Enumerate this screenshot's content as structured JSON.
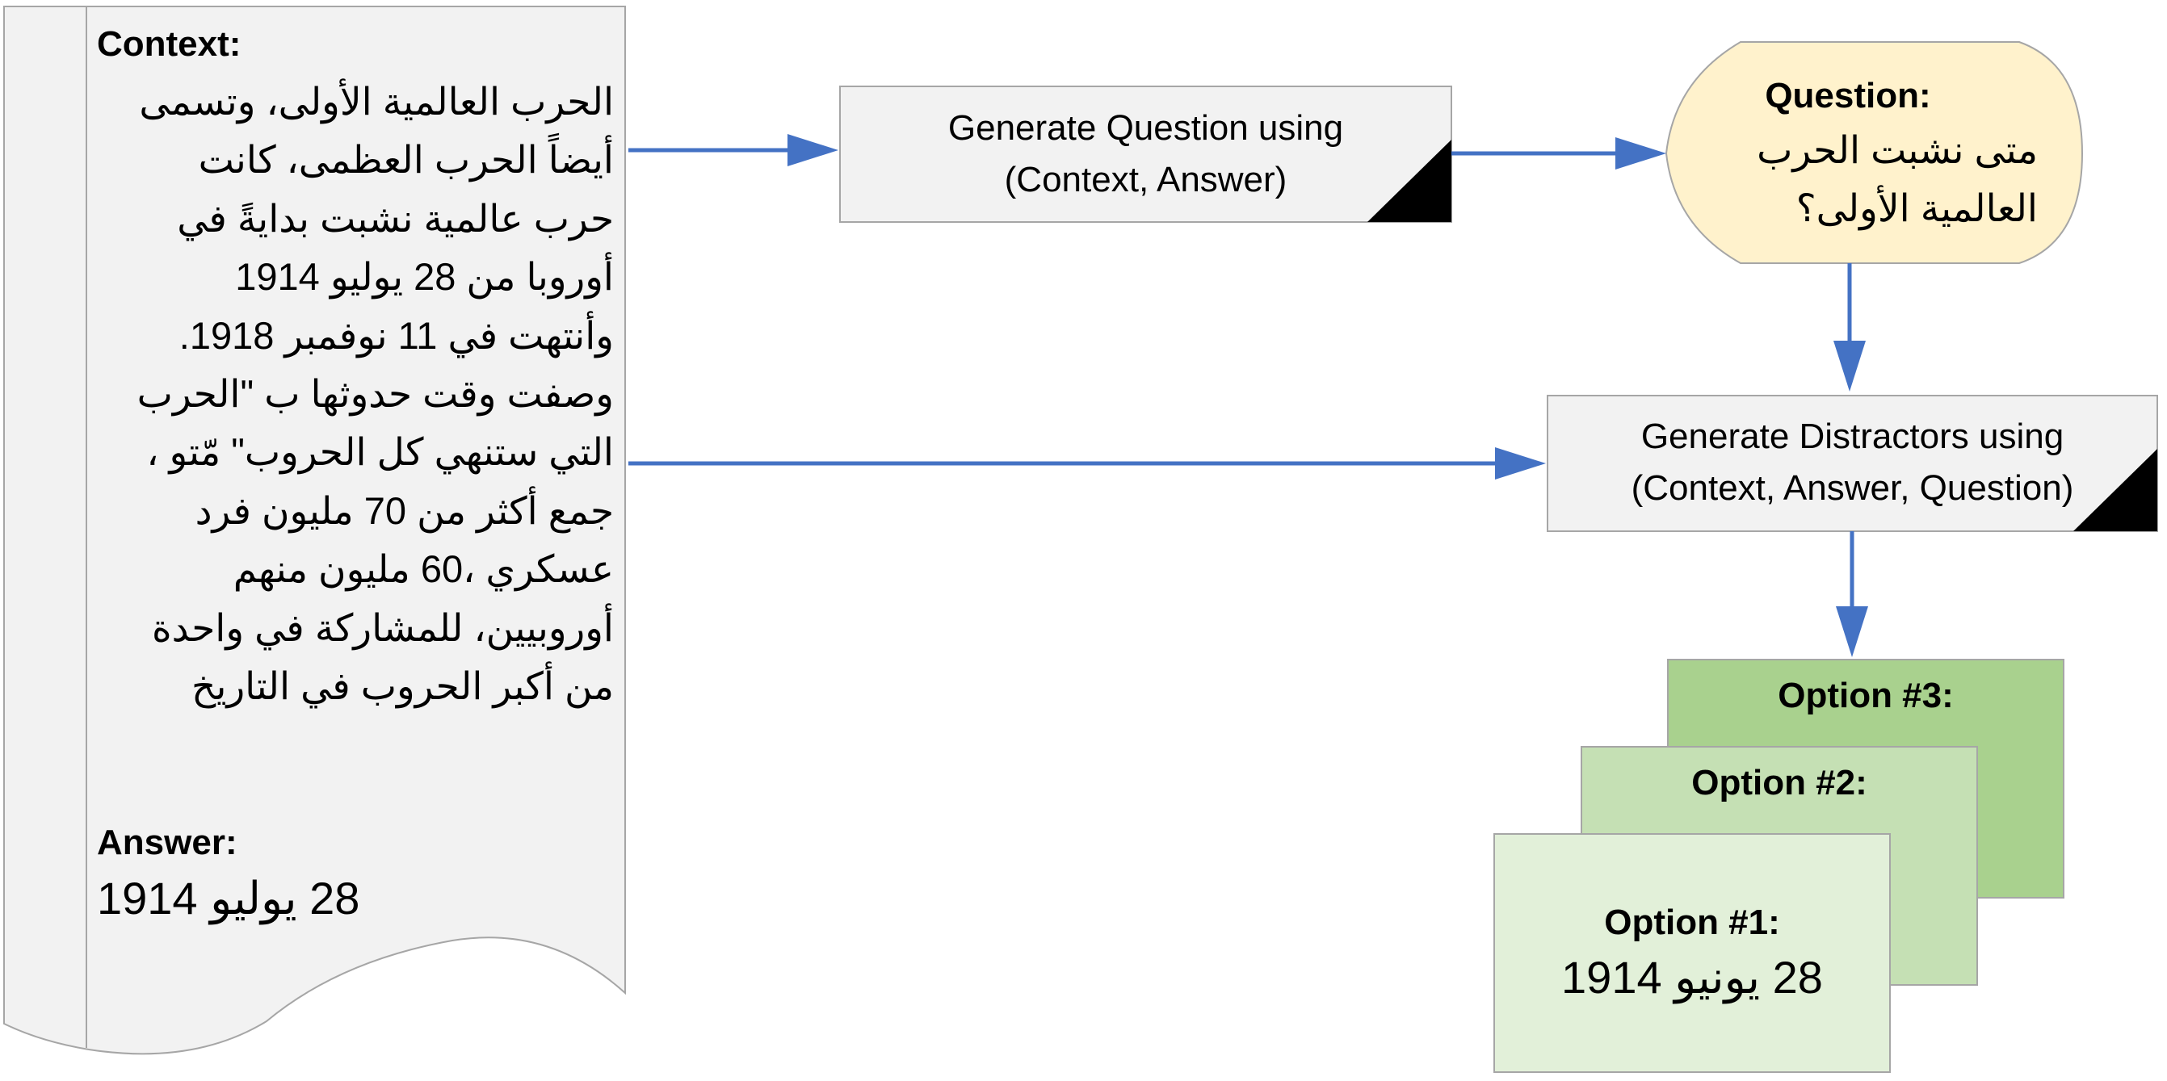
{
  "colors": {
    "arrow": "#4472C4",
    "process_fill": "#F2F2F2",
    "document_fill": "#F2F2F2",
    "question_fill": "#FFF2CC",
    "option3_fill": "#A9D18E",
    "option2_fill": "#C5E0B4",
    "option1_fill": "#E2F0D9",
    "stroke": "#A6A6A6"
  },
  "context": {
    "label": "Context:",
    "lines": [
      "الحرب العالمية الأولى، وتسمى",
      "أيضاً الحرب العظمى، كانت",
      "حرب عالمية نشبت بدايةً في",
      "أوروبا من 28 يوليو 1914",
      "وأنتهت في 11 نوفمبر 1918.",
      "وصفت وقت حدوثها ب \"الحرب",
      "التي ستنهي كل الحروب\" مّتو ،",
      "جمع أكثر من 70 مليون فرد",
      "عسكري ،60 مليون منهم",
      "أوروبيين، للمشاركة في واحدة",
      "من أكبر الحروب في التاريخ"
    ]
  },
  "answer": {
    "label": "Answer:",
    "value": "28 يوليو 1914"
  },
  "generate_question": {
    "line1": "Generate Question using",
    "line2": "(Context, Answer)"
  },
  "question": {
    "label": "Question:",
    "line1": "متى نشبت الحرب",
    "line2": "العالمية الأولى؟"
  },
  "generate_distractors": {
    "line1": "Generate Distractors using",
    "line2": "(Context, Answer, Question)"
  },
  "options": {
    "option3_label": "Option #3:",
    "option2_label": "Option #2:",
    "option1_label": "Option #1:",
    "option1_value": "28 يونيو 1914"
  }
}
